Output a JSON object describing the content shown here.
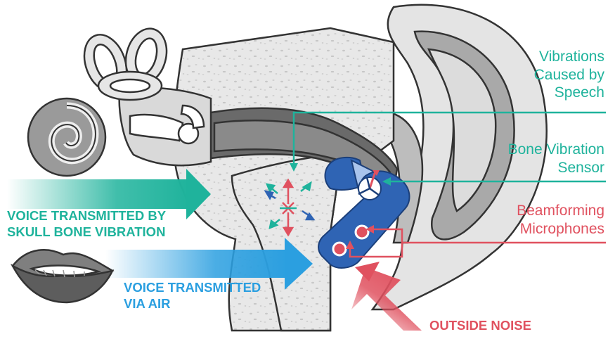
{
  "labels": {
    "vibrations": [
      "Vibrations",
      "Caused by",
      "Speech"
    ],
    "bone_sensor": [
      "Bone Vibration",
      "Sensor"
    ],
    "beamforming": [
      "Beamforming",
      "Microphones"
    ],
    "skull": [
      "VOICE TRANSMITTED BY",
      "SKULL BONE VIBRATION"
    ],
    "air": [
      "VOICE TRANSMITTED",
      "VIA AIR"
    ],
    "noise": "OUTSIDE NOISE"
  },
  "colors": {
    "teal": "#1fb39c",
    "red": "#e0515f",
    "blue": "#2b9fe0",
    "device_blue": "#2f64b4",
    "device_dark": "#1f4f9b"
  }
}
